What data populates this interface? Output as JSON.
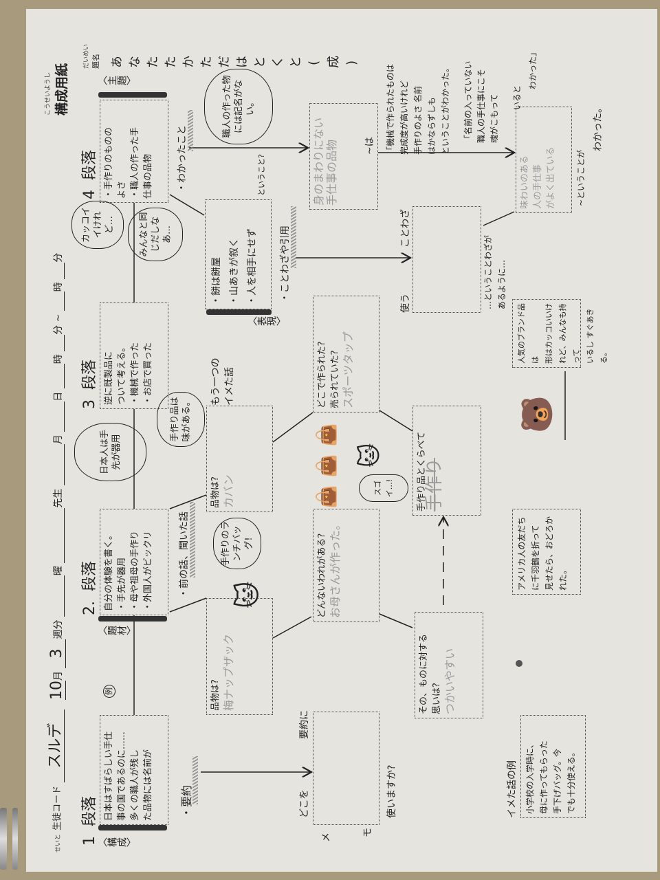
{
  "header": {
    "code_ruby": "せいと",
    "code_label": "生徒コード",
    "code_value": "スルデ",
    "month": "10",
    "month_unit": "月",
    "week": "3",
    "week_unit": "週分",
    "youbi": "曜",
    "sensei": "先生",
    "gatsu": "月",
    "nichi": "日",
    "ji": "時",
    "fun_tilde": "分 ~",
    "ji2": "時",
    "fun2": "分",
    "title_ruby": "こうせいようし",
    "title": "構成用紙",
    "daimei_ruby": "だいめい",
    "daimei": "題名"
  },
  "side_chars": "あなたたかただはとくと",
  "side_end": "(成)",
  "example_mark": "例",
  "paragraphs": [
    {
      "num": "1",
      "label": "段落",
      "tag": "〈構成〉",
      "lines": [
        "日本はすばらしい手仕",
        "事の国であるのに……",
        "多くの職人が残し",
        "た品物には名前が"
      ]
    },
    {
      "num": "2.",
      "label": "段落",
      "tag": "〈題材〉",
      "lines": [
        "自分の体験を書く。",
        "・手先が器用",
        "・母や祖母の手作り",
        "・外国人がビックリ"
      ]
    },
    {
      "num": "3",
      "label": "段落",
      "tag": "〈表現〉",
      "lines": [
        "逆に既製品に",
        "ついて考える。",
        "・機械で作った",
        "・お店で買った"
      ]
    },
    {
      "num": "4",
      "label": "段落",
      "tag": "〈主題〉",
      "lines": [
        "・手作りのものの",
        "よさ",
        "・職人の作った手",
        "仕事の品物"
      ]
    }
  ],
  "notes": {
    "summary": "・要約",
    "heard": "・前の話、聞いた話",
    "another": [
      "もう一つの",
      "イメた話"
    ],
    "proverb": "・ことわざや引用",
    "learned": "・わかったこと"
  },
  "bubbles": {
    "dexterous": "日本人は手先が器用",
    "taste": "手作り品は味がある。",
    "cool": "カッコイイけれど…",
    "same": "みんなと同じだしなあ…",
    "unsigned": "職人の作った物には記名がない。",
    "lunchbag": "手作りのランチバッグ!",
    "wow": "スゴイ…!",
    "toiu": "ということ?"
  },
  "row2": {
    "item1_q": "品物は?",
    "item1_a": "梅ナップザック",
    "item2_q": "品物は?",
    "item2_a": "カバン",
    "proverb_lines": [
      "・餅は餅屋",
      "・山あきが叙く",
      "・人を相手にせず"
    ]
  },
  "row3": {
    "where": "どこを",
    "to_summary": "要約に",
    "use": "使いますか?",
    "memo1": "メ",
    "memo2": "モ",
    "origin_q": "どんないわれがある?",
    "origin_a": "お母さんが作った。",
    "made_q1": "どこで作られた?",
    "made_q2": "売られていた?",
    "made_a": "スポーツタップ",
    "rare_a": [
      "身のまわりにない",
      "手仕事の品物"
    ],
    "wa": "~は"
  },
  "row4": {
    "feel_q1": "その、ものに対する",
    "feel_q2": "思いは?",
    "feel_a": "つかいやすい",
    "compare_q": "手作り品とくらべて",
    "compare_a": "手作り",
    "use_label": "使う",
    "proverb_label": "ことわざ",
    "quote1": [
      "「機械で作られたものは",
      "完成度が高いけれど",
      "手作りのよさ 名前",
      "はかならずしも",
      "ということがわかった。"
    ]
  },
  "row5": {
    "proverb_as": [
      "…ということわざが",
      "あるように…"
    ],
    "taste_a": [
      "味わいのある",
      "人の手仕事",
      "がよく出ている"
    ],
    "toiu": "~ということが",
    "quote2": [
      "「名前の入っていない",
      "職人の手仕事にこそ",
      "魂がこもって"
    ],
    "iru": "いると",
    "wakatta_small": "わかった」",
    "wakatta": "わかった。"
  },
  "examples": {
    "label": "イメた話の例",
    "ex1": [
      "小学校の入学時に、",
      "母に作ってもらった",
      "手下げバッグ。今",
      "でも十分使える。"
    ],
    "ex2": [
      "アメリカ人の友だち",
      "に千羽鶴を折って",
      "見せたら、おどろか",
      "れた。"
    ],
    "ex3": [
      "人気のブランド品は",
      "形はカッコいいけ",
      "れど、みんなも持って",
      "いるし すぐあきる。"
    ]
  },
  "colors": {
    "paper": "#e6e4df",
    "ink": "#222222",
    "pencil": "#9b9b9b",
    "carpet": "#a89a7c"
  }
}
